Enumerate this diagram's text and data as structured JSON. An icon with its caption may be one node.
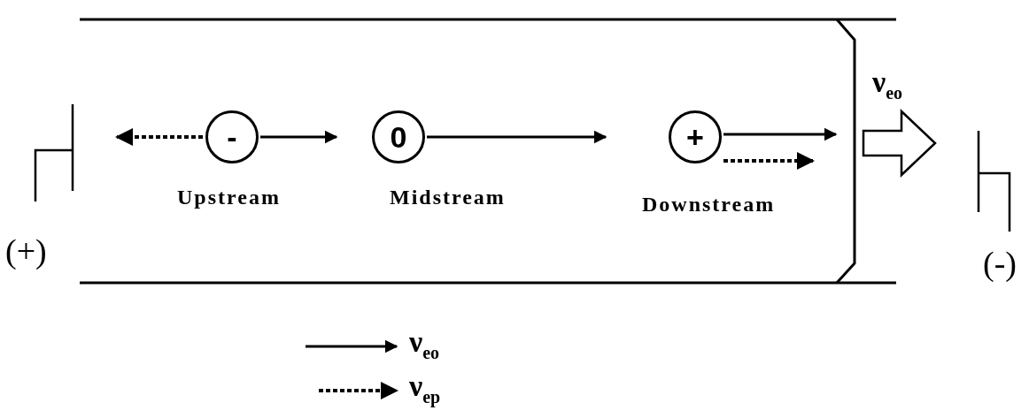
{
  "diagram": {
    "nodes": [
      {
        "text": [
          "-"
        ],
        "beside": [
          "Upstream"
        ]
      },
      {
        "text": [
          "0"
        ],
        "beside": [
          "Midstream"
        ]
      },
      {
        "text": [
          "+"
        ],
        "beside": [
          "Downstream"
        ]
      }
    ],
    "labels": [
      "ν$_{eo}$",
      "(+)",
      "(-)"
    ],
    "legend": [
      {
        "text": "ν$_{eo}$"
      },
      {
        "text": "ν$_{ep}$"
      }
    ]
  }
}
